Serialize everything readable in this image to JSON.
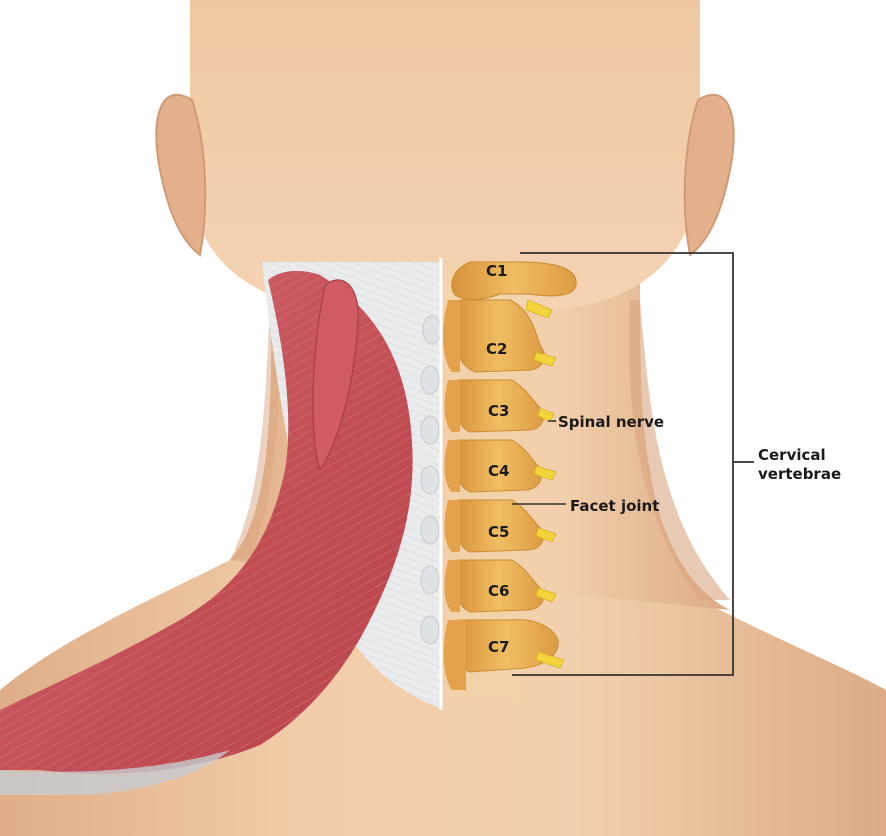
{
  "vertebrae": [
    "C1",
    "C2",
    "C3",
    "C4",
    "C5",
    "C6",
    "C7"
  ],
  "labels": {
    "spinal_nerve": "Spinal nerve",
    "facet_joint": "Facet joint",
    "cervical_line1": "Cervical",
    "cervical_line2": "vertebrae"
  },
  "colors": {
    "skin": "#f0c9a4",
    "skin_shadow": "#d9a884",
    "muscle": "#c44e56",
    "fascia": "#e8eaec",
    "bone": "#e8a94a",
    "nerve": "#f2d23a",
    "line": "#333333"
  }
}
